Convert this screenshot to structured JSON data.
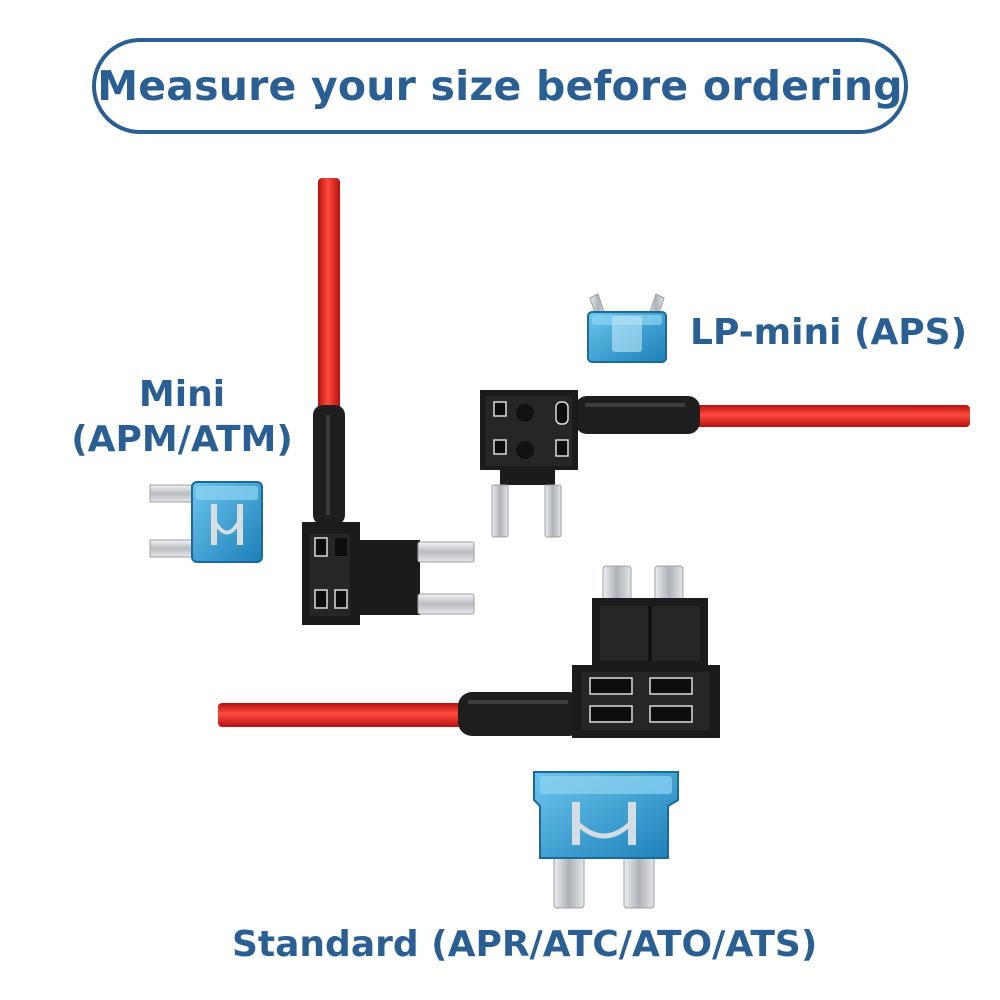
{
  "banner": {
    "text": "Measure your size before ordering"
  },
  "fuse_types": {
    "mini": {
      "line1": "Mini",
      "line2": "(APM/ATM)"
    },
    "lp_mini": {
      "label": "LP-mini (APS)"
    },
    "standard": {
      "label": "Standard (APR/ATC/ATO/ATS)"
    }
  },
  "colors": {
    "text_blue": "#2a5f93",
    "wire_red": "#e2221c",
    "holder_black": "#1b1b1b",
    "fuse_blue": "#2f9fd4",
    "blade_silver": "#c9ccd0"
  }
}
